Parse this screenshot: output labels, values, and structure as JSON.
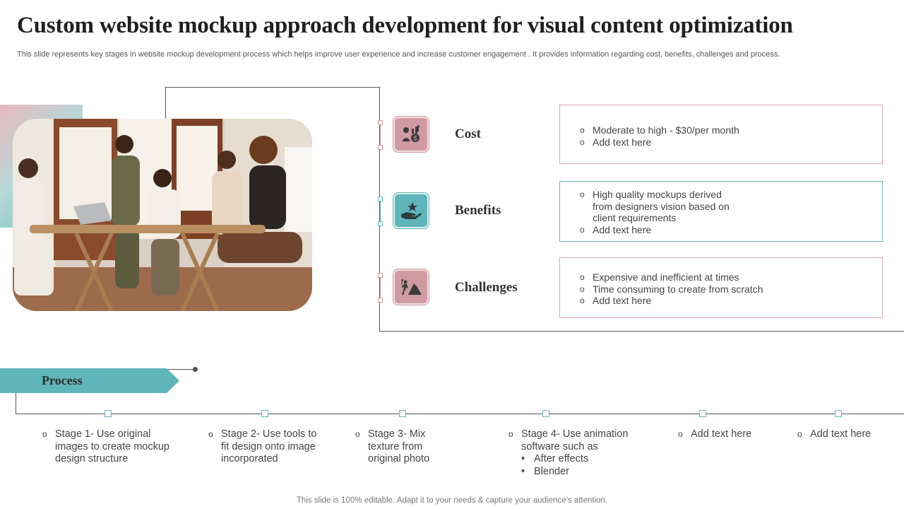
{
  "header": {
    "title": "Custom website mockup approach development for visual content optimization",
    "subtitle": "This slide represents key stages in website mockup development process which helps improve user experience and increase customer engagement . It provides information regarding cost, benefits, challenges and process."
  },
  "colors": {
    "accent_teal": "#5fb6ba",
    "accent_pink": "#cf9aa0"
  },
  "rows": [
    {
      "label": "Cost",
      "icon": "cost-growth-icon",
      "bullets": [
        "Moderate to high - $30/per month",
        "Add text here"
      ]
    },
    {
      "label": "Benefits",
      "icon": "hand-star-icon",
      "bullets": [
        "High quality mockups derived",
        "from designers vision based on",
        "client requirements",
        "Add text here"
      ]
    },
    {
      "label": "Challenges",
      "icon": "climber-mountain-icon",
      "bullets": [
        "Expensive and inefficient at times",
        "Time consuming to create from scratch",
        "Add text here"
      ]
    }
  ],
  "process": {
    "label": "Process",
    "stages": [
      {
        "text": [
          "Stage 1- Use original",
          "images to create mockup",
          "design structure"
        ]
      },
      {
        "text": [
          "Stage 2- Use tools to",
          "fit design onto image",
          "incorporated"
        ]
      },
      {
        "text": [
          "Stage 3- Mix",
          "texture from",
          "original photo"
        ]
      },
      {
        "text": [
          "Stage 4- Use animation",
          "software such as"
        ],
        "subitems": [
          "After effects",
          "Blender"
        ]
      },
      {
        "text": [
          "Add text here"
        ]
      },
      {
        "text": [
          "Add text here"
        ]
      }
    ]
  },
  "footer": "This slide is 100% editable. Adapt it to your needs & capture your audience’s attention."
}
